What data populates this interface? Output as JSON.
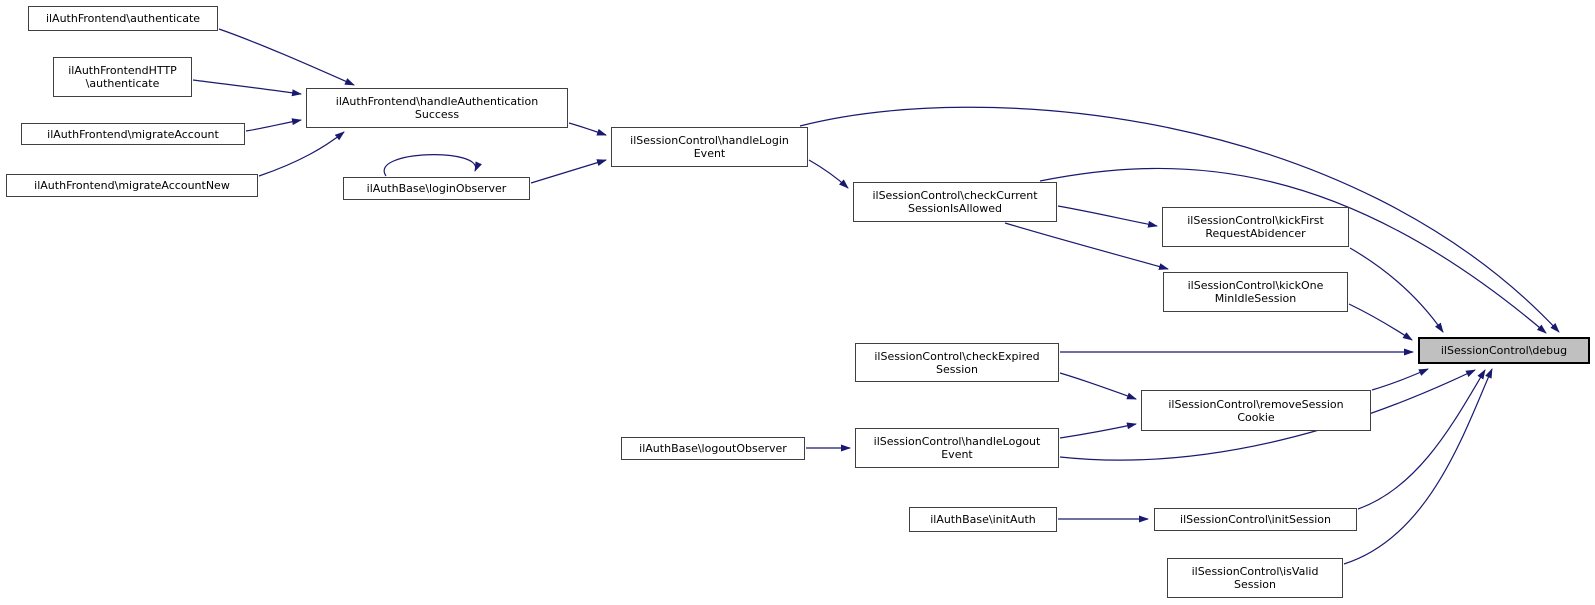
{
  "diagram": {
    "type": "call-graph",
    "direction": "left-to-right",
    "colors": {
      "edge": "#191970",
      "node_border": "#404040",
      "node_fill": "#ffffff",
      "highlight_fill": "#c0c0c0",
      "highlight_border": "#000000",
      "text": "#000000",
      "background": "#ffffff"
    },
    "nodes": [
      {
        "id": "authenticate",
        "label": "ilAuthFrontend\\authenticate",
        "lines": [
          "ilAuthFrontend\\authenticate"
        ]
      },
      {
        "id": "http-authenticate",
        "label": "ilAuthFrontendHTTP\\authenticate",
        "lines": [
          "ilAuthFrontendHTTP",
          "\\authenticate"
        ]
      },
      {
        "id": "migrate-account",
        "label": "ilAuthFrontend\\migrateAccount",
        "lines": [
          "ilAuthFrontend\\migrateAccount"
        ]
      },
      {
        "id": "migrate-account-new",
        "label": "ilAuthFrontend\\migrateAccountNew",
        "lines": [
          "ilAuthFrontend\\migrateAccountNew"
        ]
      },
      {
        "id": "handle-authentication-success",
        "label": "ilAuthFrontend\\handleAuthenticationSuccess",
        "lines": [
          "ilAuthFrontend\\handleAuthentication",
          "Success"
        ]
      },
      {
        "id": "login-observer",
        "label": "ilAuthBase\\loginObserver",
        "lines": [
          "ilAuthBase\\loginObserver"
        ]
      },
      {
        "id": "handle-login-event",
        "label": "ilSessionControl\\handleLoginEvent",
        "lines": [
          "ilSessionControl\\handleLogin",
          "Event"
        ]
      },
      {
        "id": "check-current-session-is-allowed",
        "label": "ilSessionControl\\checkCurrentSessionIsAllowed",
        "lines": [
          "ilSessionControl\\checkCurrent",
          "SessionIsAllowed"
        ]
      },
      {
        "id": "kick-first-request-abidencer",
        "label": "ilSessionControl\\kickFirstRequestAbidencer",
        "lines": [
          "ilSessionControl\\kickFirst",
          "RequestAbidencer"
        ]
      },
      {
        "id": "kick-one-min-idle-session",
        "label": "ilSessionControl\\kickOneMinIdleSession",
        "lines": [
          "ilSessionControl\\kickOne",
          "MinIdleSession"
        ]
      },
      {
        "id": "debug",
        "label": "ilSessionControl\\debug",
        "lines": [
          "ilSessionControl\\debug"
        ],
        "highlighted": true
      },
      {
        "id": "check-expired-session",
        "label": "ilSessionControl\\checkExpiredSession",
        "lines": [
          "ilSessionControl\\checkExpired",
          "Session"
        ]
      },
      {
        "id": "logout-observer",
        "label": "ilAuthBase\\logoutObserver",
        "lines": [
          "ilAuthBase\\logoutObserver"
        ]
      },
      {
        "id": "handle-logout-event",
        "label": "ilSessionControl\\handleLogoutEvent",
        "lines": [
          "ilSessionControl\\handleLogout",
          "Event"
        ]
      },
      {
        "id": "remove-session-cookie",
        "label": "ilSessionControl\\removeSessionCookie",
        "lines": [
          "ilSessionControl\\removeSession",
          "Cookie"
        ]
      },
      {
        "id": "init-auth",
        "label": "ilAuthBase\\initAuth",
        "lines": [
          "ilAuthBase\\initAuth"
        ]
      },
      {
        "id": "init-session",
        "label": "ilSessionControl\\initSession",
        "lines": [
          "ilSessionControl\\initSession"
        ]
      },
      {
        "id": "is-valid-session",
        "label": "ilSessionControl\\isValidSession",
        "lines": [
          "ilSessionControl\\isValid",
          "Session"
        ]
      }
    ],
    "edges": [
      {
        "from": "authenticate",
        "to": "handle-authentication-success"
      },
      {
        "from": "http-authenticate",
        "to": "handle-authentication-success"
      },
      {
        "from": "migrate-account",
        "to": "handle-authentication-success"
      },
      {
        "from": "migrate-account-new",
        "to": "handle-authentication-success"
      },
      {
        "from": "handle-authentication-success",
        "to": "handle-login-event"
      },
      {
        "from": "login-observer",
        "to": "handle-login-event"
      },
      {
        "from": "login-observer",
        "to": "login-observer"
      },
      {
        "from": "handle-login-event",
        "to": "check-current-session-is-allowed"
      },
      {
        "from": "handle-login-event",
        "to": "debug"
      },
      {
        "from": "check-current-session-is-allowed",
        "to": "kick-first-request-abidencer"
      },
      {
        "from": "check-current-session-is-allowed",
        "to": "kick-one-min-idle-session"
      },
      {
        "from": "check-current-session-is-allowed",
        "to": "debug"
      },
      {
        "from": "kick-first-request-abidencer",
        "to": "debug"
      },
      {
        "from": "kick-one-min-idle-session",
        "to": "debug"
      },
      {
        "from": "check-expired-session",
        "to": "debug"
      },
      {
        "from": "check-expired-session",
        "to": "remove-session-cookie"
      },
      {
        "from": "logout-observer",
        "to": "handle-logout-event"
      },
      {
        "from": "handle-logout-event",
        "to": "remove-session-cookie"
      },
      {
        "from": "handle-logout-event",
        "to": "debug"
      },
      {
        "from": "remove-session-cookie",
        "to": "debug"
      },
      {
        "from": "init-auth",
        "to": "init-session"
      },
      {
        "from": "init-session",
        "to": "debug"
      },
      {
        "from": "is-valid-session",
        "to": "debug"
      }
    ]
  }
}
